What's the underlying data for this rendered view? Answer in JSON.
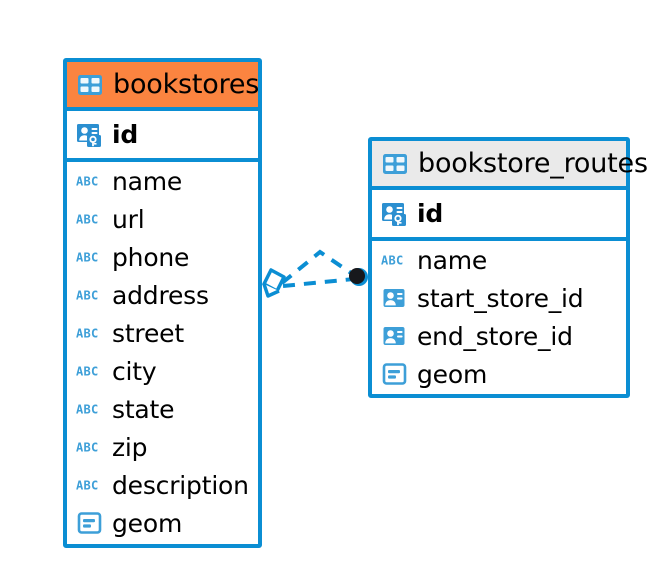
{
  "diagram": {
    "type": "entity-relationship-diagram",
    "background_color": "#ffffff",
    "accent_color": "#0b8ed3",
    "highlight_color": "#fb8440",
    "entities": [
      {
        "id": "bookstores",
        "name": "bookstores",
        "header_color": "#fb8440",
        "header_icon": "table-icon",
        "primary_keys": [
          {
            "name": "id",
            "icon": "primary-key-icon"
          }
        ],
        "fields": [
          {
            "name": "name",
            "icon": "text-abc-icon"
          },
          {
            "name": "url",
            "icon": "text-abc-icon"
          },
          {
            "name": "phone",
            "icon": "text-abc-icon"
          },
          {
            "name": "address",
            "icon": "text-abc-icon"
          },
          {
            "name": "street",
            "icon": "text-abc-icon"
          },
          {
            "name": "city",
            "icon": "text-abc-icon"
          },
          {
            "name": "state",
            "icon": "text-abc-icon"
          },
          {
            "name": "zip",
            "icon": "text-abc-icon"
          },
          {
            "name": "description",
            "icon": "text-abc-icon"
          },
          {
            "name": "geom",
            "icon": "geometry-icon"
          }
        ]
      },
      {
        "id": "bookstore_routes",
        "name": "bookstore_routes",
        "header_color": "#eaeaea",
        "header_icon": "table-icon",
        "primary_keys": [
          {
            "name": "id",
            "icon": "primary-key-icon"
          }
        ],
        "fields": [
          {
            "name": "name",
            "icon": "text-abc-icon"
          },
          {
            "name": "start_store_id",
            "icon": "foreign-key-icon"
          },
          {
            "name": "end_store_id",
            "icon": "foreign-key-icon"
          },
          {
            "name": "geom",
            "icon": "geometry-icon"
          }
        ]
      }
    ],
    "relationships": [
      {
        "id": "rel-start-store",
        "from": "bookstores",
        "to": "bookstore_routes",
        "style": "dashed",
        "color": "#0b8ed3",
        "source_marker": "diamond-endpoint",
        "target_marker": "filled-circle-endpoint",
        "path": "arc"
      },
      {
        "id": "rel-end-store",
        "from": "bookstores",
        "to": "bookstore_routes",
        "style": "dashed",
        "color": "#0b8ed3",
        "source_marker": "diamond-endpoint",
        "target_marker": "filled-circle-endpoint",
        "path": "straight"
      }
    ]
  }
}
